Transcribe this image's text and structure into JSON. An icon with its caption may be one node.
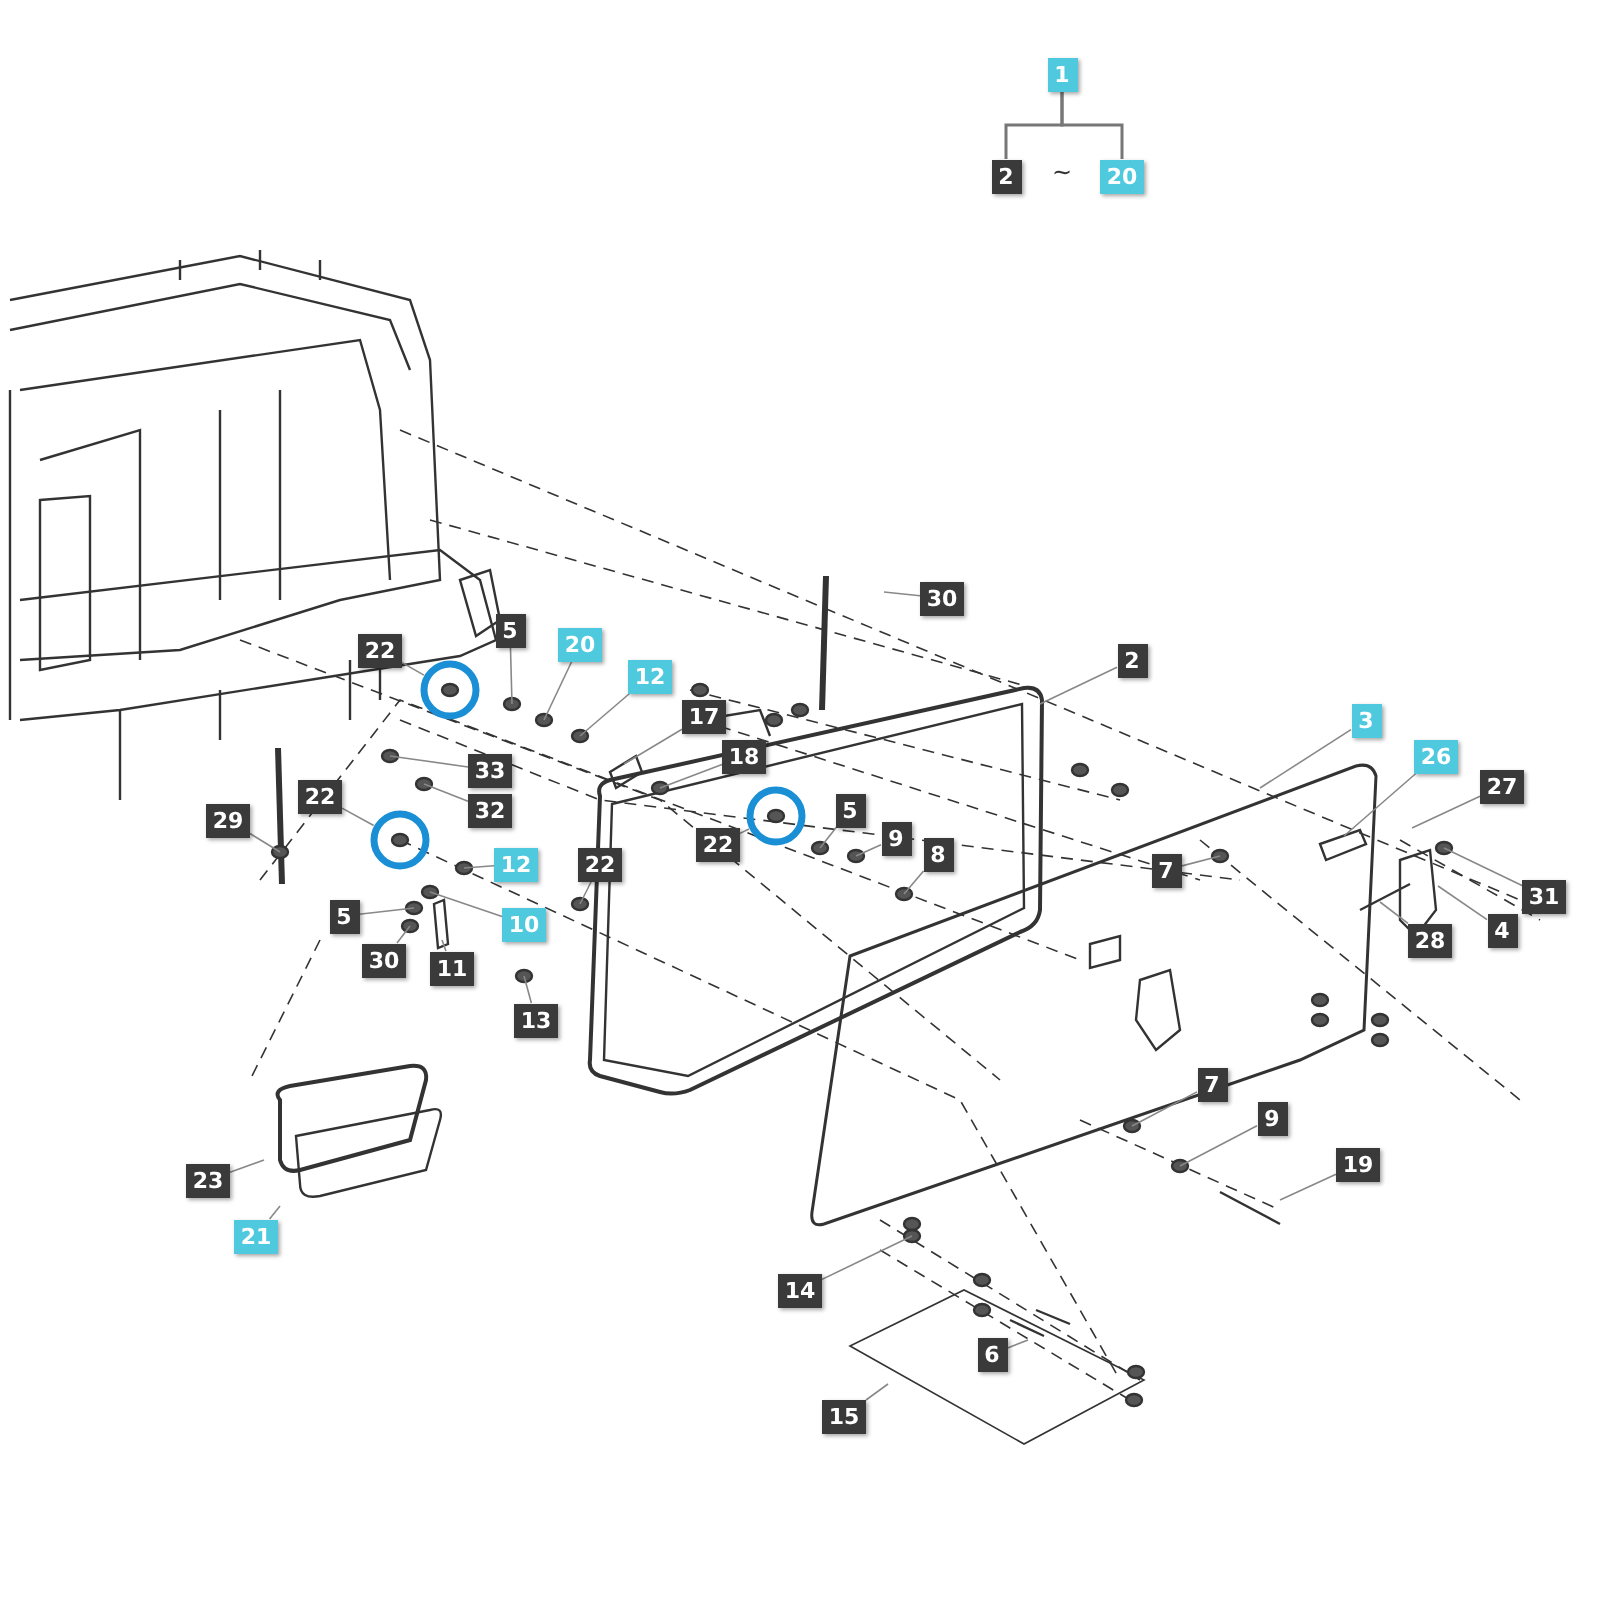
{
  "diagram": {
    "nodes": [
      {
        "text": [
          "1"
        ]
      },
      {
        "text": [
          "2"
        ]
      },
      {
        "text": [
          "20"
        ]
      },
      {
        "text": [
          "30"
        ]
      },
      {
        "text": [
          "2"
        ]
      },
      {
        "text": [
          "22"
        ]
      },
      {
        "text": [
          "5"
        ]
      },
      {
        "text": [
          "20"
        ]
      },
      {
        "text": [
          "12"
        ]
      },
      {
        "text": [
          "17"
        ]
      },
      {
        "text": [
          "18"
        ]
      },
      {
        "text": [
          "33"
        ]
      },
      {
        "text": [
          "3"
        ]
      },
      {
        "text": [
          "26"
        ]
      },
      {
        "text": [
          "27"
        ]
      },
      {
        "text": [
          "29"
        ]
      },
      {
        "text": [
          "32"
        ]
      },
      {
        "text": [
          "22"
        ]
      },
      {
        "text": [
          "12"
        ]
      },
      {
        "text": [
          "22"
        ]
      },
      {
        "text": [
          "22"
        ]
      },
      {
        "text": [
          "5"
        ]
      },
      {
        "text": [
          "9"
        ]
      },
      {
        "text": [
          "8"
        ]
      },
      {
        "text": [
          "7"
        ]
      },
      {
        "text": [
          "31"
        ]
      },
      {
        "text": [
          "4"
        ]
      },
      {
        "text": [
          "28"
        ]
      },
      {
        "text": [
          "5"
        ]
      },
      {
        "text": [
          "10"
        ]
      },
      {
        "text": [
          "30"
        ]
      },
      {
        "text": [
          "11"
        ]
      },
      {
        "text": [
          "13"
        ]
      },
      {
        "text": [
          "7"
        ]
      },
      {
        "text": [
          "9"
        ]
      },
      {
        "text": [
          "19"
        ]
      },
      {
        "text": [
          "23"
        ]
      },
      {
        "text": [
          "21"
        ]
      },
      {
        "text": [
          "14"
        ]
      },
      {
        "text": [
          "6"
        ]
      },
      {
        "text": [
          "15"
        ]
      },
      {
        "text": [],
        "shape": "circle"
      },
      {
        "text": [],
        "shape": "circle"
      },
      {
        "text": [],
        "shape": "circle"
      }
    ],
    "edges": [
      {
        "from": 0,
        "to": 1,
        "arrow": "none"
      },
      {
        "from": 0,
        "to": 2,
        "arrow": "none"
      },
      {
        "from": 3,
        "to": null,
        "arrow": "none"
      },
      {
        "from": 4,
        "to": null,
        "arrow": "none"
      },
      {
        "from": 5,
        "to": 41,
        "arrow": "none"
      },
      {
        "from": 6,
        "to": null,
        "arrow": "none"
      },
      {
        "from": 7,
        "to": null,
        "arrow": "none"
      },
      {
        "from": 8,
        "to": null,
        "arrow": "none"
      },
      {
        "from": 9,
        "to": null,
        "arrow": "none"
      },
      {
        "from": 10,
        "to": null,
        "arrow": "none"
      },
      {
        "from": 11,
        "to": null,
        "arrow": "none"
      },
      {
        "from": 12,
        "to": null,
        "arrow": "none"
      },
      {
        "from": 13,
        "to": null,
        "arrow": "none"
      },
      {
        "from": 14,
        "to": null,
        "arrow": "none"
      },
      {
        "from": 15,
        "to": null,
        "arrow": "none"
      },
      {
        "from": 16,
        "to": null,
        "arrow": "none"
      },
      {
        "from": 17,
        "to": 42,
        "arrow": "none"
      },
      {
        "from": 18,
        "to": null,
        "arrow": "none"
      },
      {
        "from": 19,
        "to": null,
        "arrow": "none"
      },
      {
        "from": 20,
        "to": 43,
        "arrow": "none"
      },
      {
        "from": 21,
        "to": null,
        "arrow": "none"
      },
      {
        "from": 22,
        "to": null,
        "arrow": "none"
      },
      {
        "from": 23,
        "to": null,
        "arrow": "none"
      },
      {
        "from": 24,
        "to": null,
        "arrow": "none"
      },
      {
        "from": 25,
        "to": null,
        "arrow": "none"
      },
      {
        "from": 26,
        "to": null,
        "arrow": "none"
      },
      {
        "from": 27,
        "to": null,
        "arrow": "none"
      },
      {
        "from": 28,
        "to": null,
        "arrow": "none"
      },
      {
        "from": 29,
        "to": null,
        "arrow": "none"
      },
      {
        "from": 30,
        "to": null,
        "arrow": "none"
      },
      {
        "from": 31,
        "to": null,
        "arrow": "none"
      },
      {
        "from": 32,
        "to": null,
        "arrow": "none"
      },
      {
        "from": 33,
        "to": null,
        "arrow": "none"
      },
      {
        "from": 34,
        "to": null,
        "arrow": "none"
      },
      {
        "from": 35,
        "to": null,
        "arrow": "none"
      },
      {
        "from": 36,
        "to": null,
        "arrow": "none"
      },
      {
        "from": 37,
        "to": null,
        "arrow": "none"
      },
      {
        "from": 38,
        "to": null,
        "arrow": "none"
      },
      {
        "from": 39,
        "to": null,
        "arrow": "none"
      },
      {
        "from": 40,
        "to": null,
        "arrow": "none"
      }
    ],
    "labels": [
      "~"
    ]
  }
}
